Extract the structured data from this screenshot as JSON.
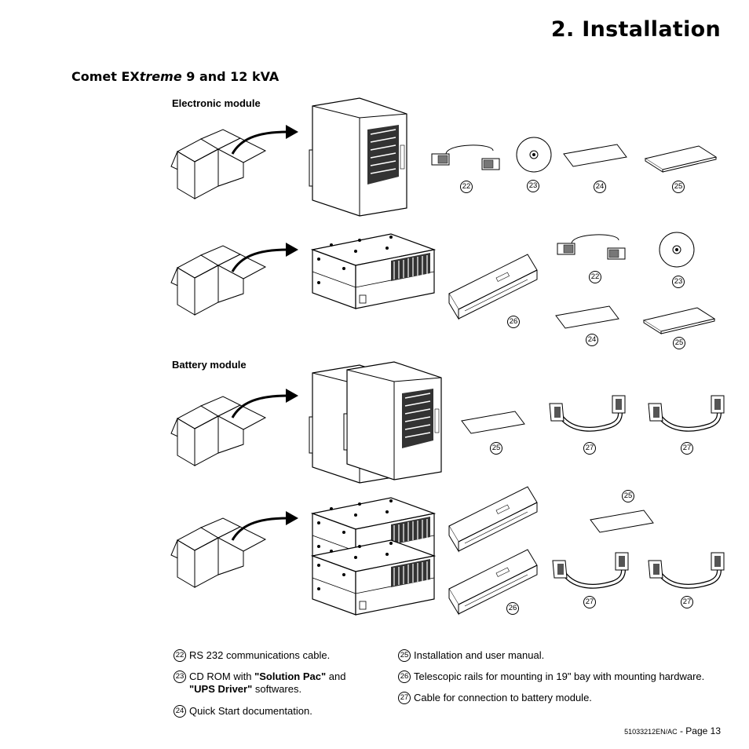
{
  "page": {
    "title": "2. Installation",
    "subtitle_prefix": "Comet EX",
    "subtitle_italic": "treme",
    "subtitle_suffix": " 9 and 12 kVA"
  },
  "sections": {
    "electronic": "Electronic module",
    "battery": "Battery module"
  },
  "labels": {
    "r1_22": "22",
    "r1_23": "23",
    "r1_24": "24",
    "r1_25": "25",
    "r2_22": "22",
    "r2_23": "23",
    "r2_24": "24",
    "r2_25": "25",
    "r2_26": "26",
    "r3_25": "25",
    "r3_27a": "27",
    "r3_27b": "27",
    "r4_25": "25",
    "r4_26": "26",
    "r4_27a": "27",
    "r4_27b": "27"
  },
  "legend": {
    "i22": {
      "num": "22",
      "text": "RS 232 communications cable."
    },
    "i23": {
      "num": "23",
      "pre": "CD ROM with ",
      "b1": "\"Solution Pac\"",
      "mid": " and",
      "b2": "\"UPS Driver\"",
      "post": " softwares."
    },
    "i24": {
      "num": "24",
      "text": "Quick Start documentation."
    },
    "i25": {
      "num": "25",
      "text": "Installation and user manual."
    },
    "i26": {
      "num": "26",
      "text": "Telescopic rails for mounting in 19\" bay with mounting hardware."
    },
    "i27": {
      "num": "27",
      "text": "Cable for connection to battery module."
    }
  },
  "footer": {
    "code": "51033212EN/AC",
    "page": " - Page 13"
  }
}
